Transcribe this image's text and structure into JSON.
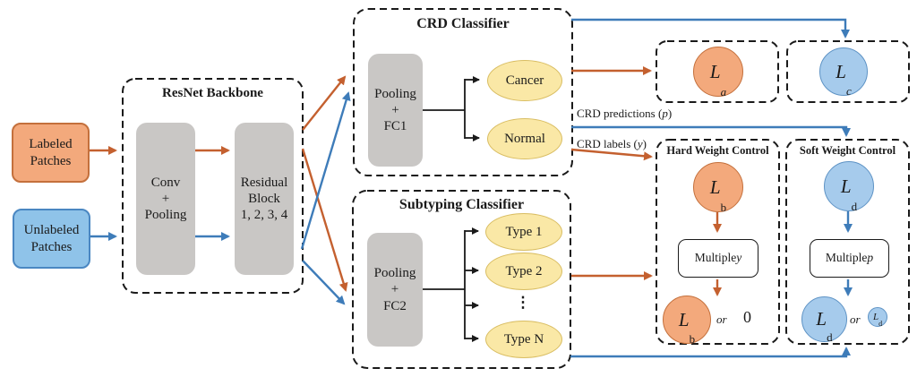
{
  "palette": {
    "orange": "#C4602F",
    "blue": "#3E7CB9",
    "orange_fill": "#F3A97C",
    "orange_stroke": "#C4703C",
    "blue_fill": "#8FC3E9",
    "blue_stroke": "#4A87C2",
    "lblue_fill": "#A6CBEC",
    "lblue_stroke": "#5E93C5",
    "yellow_fill": "#FAE8A6",
    "yellow_stroke": "#D9BD62",
    "gray_fill": "#C9C7C5"
  },
  "inputs": {
    "labeled": "Labeled\nPatches",
    "unlabeled": "Unlabeled\nPatches"
  },
  "backbone": {
    "title": "ResNet Backbone",
    "conv_block": "Conv\n+\nPooling",
    "residual_block": "Residual\nBlock\n1, 2, 3, 4"
  },
  "crd_classifier": {
    "title": "CRD Classifier",
    "pooling_block": "Pooling\n+\nFC1",
    "outputs": [
      "Cancer",
      "Normal"
    ]
  },
  "subtyping_classifier": {
    "title": "Subtyping Classifier",
    "pooling_block": "Pooling\n+\nFC2",
    "outputs": [
      "Type 1",
      "Type 2",
      "⋮",
      "Type N"
    ]
  },
  "flow_labels": {
    "predictions_prefix": "CRD predictions (",
    "predictions_var": "p",
    "predictions_suffix": ")",
    "labels_prefix": "CRD labels (",
    "labels_var": "y",
    "labels_suffix": ")"
  },
  "losses": {
    "la": {
      "main": "L",
      "sub": "a"
    },
    "lc": {
      "main": "L",
      "sub": "c"
    },
    "lb": {
      "main": "L",
      "sub": "b"
    },
    "ld": {
      "main": "L",
      "sub": "d"
    }
  },
  "hard_control": {
    "title": "Hard Weight Control",
    "multiply_prefix": "Multiple ",
    "multiply_var": "y",
    "or_label": "or",
    "zero_label": "0"
  },
  "soft_control": {
    "title": "Soft Weight Control",
    "multiply_prefix": "Multiple ",
    "multiply_var": "p",
    "or_label": "or"
  }
}
